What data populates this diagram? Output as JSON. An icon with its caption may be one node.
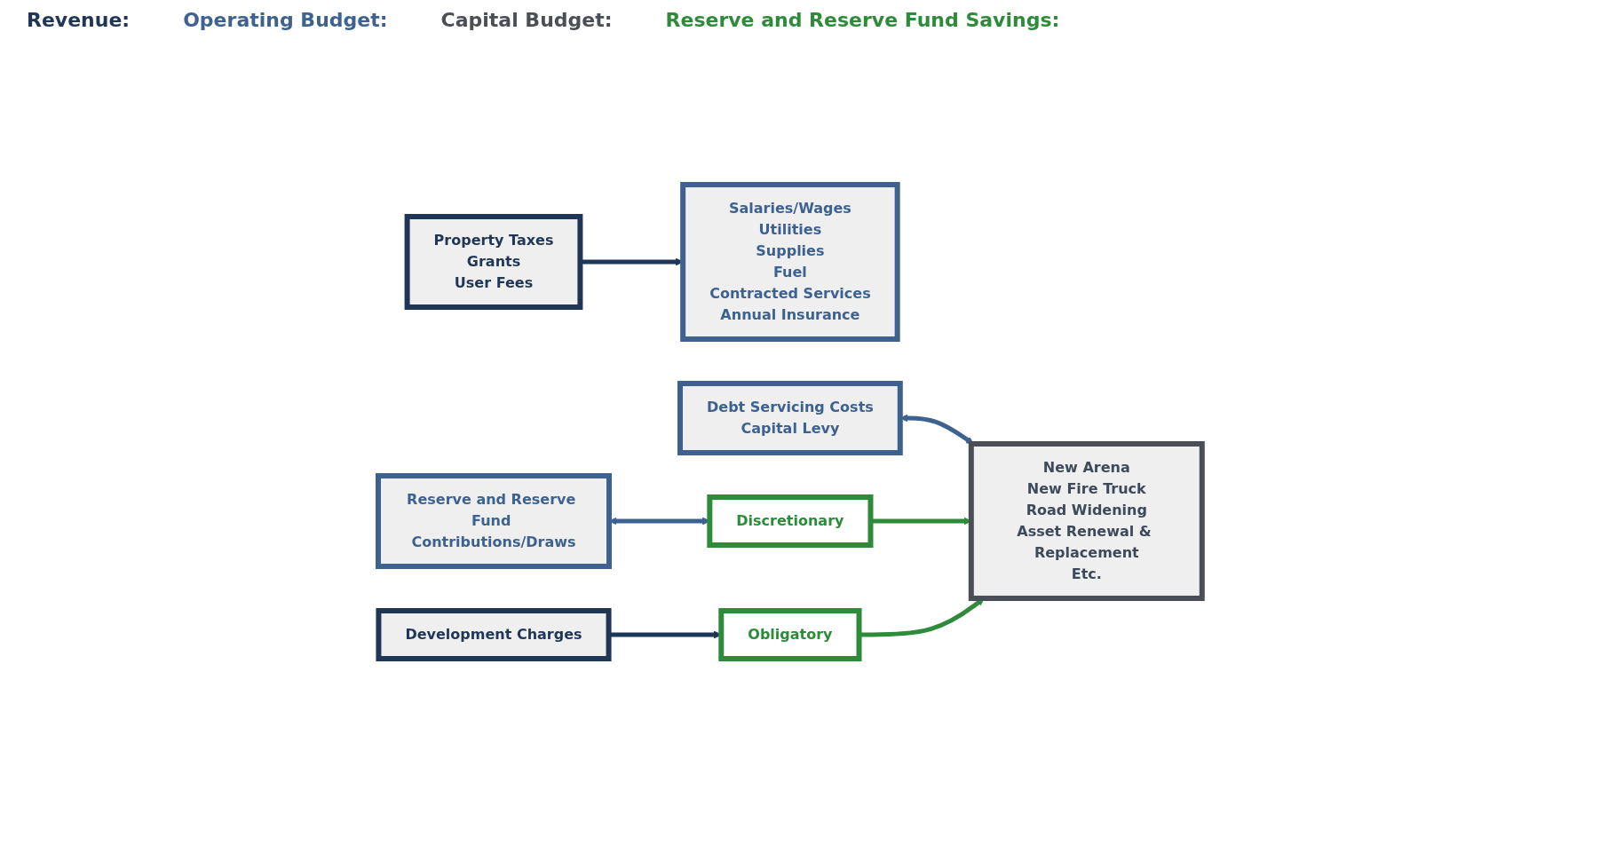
{
  "diagram": {
    "nodes": [
      {
        "text": [
          "Property Taxes",
          "Grants",
          "User Fees"
        ]
      },
      {
        "text": [
          "Development Charges"
        ]
      },
      {
        "text": [
          "Salaries/Wages",
          "Utilities",
          "Supplies",
          "Fuel",
          "Contracted Services",
          "Annual Insurance"
        ]
      },
      {
        "text": [
          "Debt Servicing Costs",
          "Capital Levy"
        ]
      },
      {
        "text": [
          "Reserve and Reserve Fund Contributions/Draws"
        ]
      },
      {
        "text": [
          "New Arena",
          "New Fire Truck",
          "Road Widening",
          "Asset Renewal & Replacement",
          "Etc."
        ]
      },
      {
        "text": [
          "Discretionary"
        ]
      },
      {
        "text": [
          "Obligatory"
        ]
      }
    ],
    "edges": [
      {
        "from": 0,
        "to": 2,
        "arrow": "to",
        "color": "#1f3656"
      },
      {
        "from": 3,
        "to": 5,
        "arrow": "both",
        "color": "#3e6290"
      },
      {
        "from": 4,
        "to": 6,
        "arrow": "both",
        "color": "#3e6290"
      },
      {
        "from": 1,
        "to": 7,
        "arrow": "to",
        "color": "#1f3656"
      },
      {
        "from": 6,
        "to": 5,
        "arrow": "to",
        "color": "#2e8b3a"
      },
      {
        "from": 7,
        "to": 5,
        "arrow": "to",
        "color": "#2e8b3a"
      }
    ],
    "labels": [
      "Revenue:",
      "Operating Budget:",
      "Capital Budget:",
      "Reserve and Reserve Fund Savings:"
    ]
  }
}
